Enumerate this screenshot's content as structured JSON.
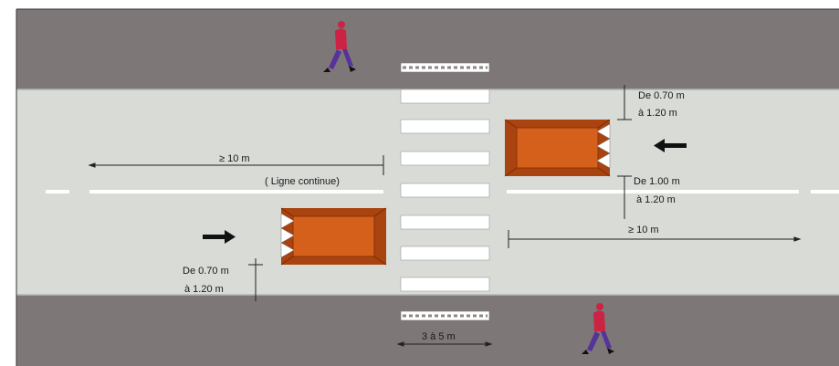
{
  "labels": {
    "top_right_gap_line1": "De 0.70 m",
    "top_right_gap_line2": "à 1.20 m",
    "right_gap_line1": "De 1.00 m",
    "right_gap_line2": "à 1.20 m",
    "bottom_left_gap_line1": "De 0.70 m",
    "bottom_left_gap_line2": "à 1.20 m",
    "left_distance": "≥ 10 m",
    "right_distance": "≥ 10 m",
    "continuous_line": "( Ligne continue)",
    "crossing_width": "3 à 5 m"
  },
  "colors": {
    "sidewalk": "#7e7778",
    "road": "#d8dbd6",
    "marking": "#ffffff",
    "island": "#d4601c",
    "island_edge": "#a9430f",
    "tactile_strip": "#ffffff",
    "arrow": "#111111",
    "pedestrian_shirt": "#cc2244",
    "pedestrian_legs": "#553399"
  },
  "icons": {
    "pedestrian": "walking-person-icon",
    "direction_arrow": "arrow-icon"
  }
}
